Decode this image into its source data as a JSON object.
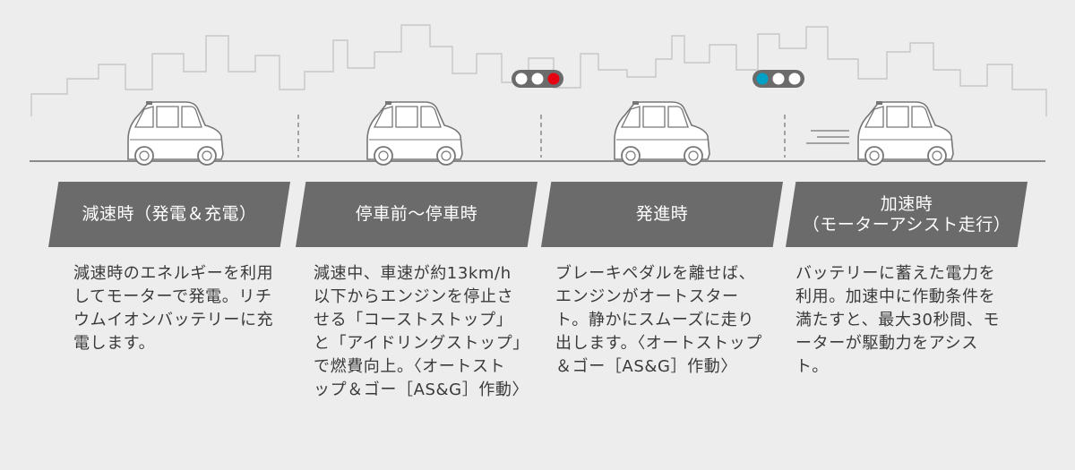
{
  "stages": [
    {
      "id": "decel",
      "label": "減速時（発電＆充電）",
      "description": "減速時のエネルギーを利用してモーターで発電。リチウムイオンバッテリーに充電します。"
    },
    {
      "id": "stop",
      "label": "停車前～停車時",
      "description": "減速中、車速が約13km/h以下からエンジンを停止させる「コーストストップ」と「アイドリングストップ」で燃費向上。〈オートストップ＆ゴー［AS&G］作動〉"
    },
    {
      "id": "start",
      "label": "発進時",
      "description": "ブレーキペダルを離せば、エンジンがオートスタート。静かにスムーズに走り出します。〈オートストップ＆ゴー［AS&G］作動〉"
    },
    {
      "id": "accel",
      "label": "加速時\n（モーターアシスト走行）",
      "description": "バッテリーに蓄えた電力を利用。加速中に作動条件を満たすと、最大30秒間、モーターが駆動力をアシスト。"
    }
  ],
  "traffic_lights": [
    {
      "state": "red",
      "lit_color": "#e60012"
    },
    {
      "state": "green",
      "lit_color": "#00a0c6"
    }
  ],
  "colors": {
    "background": "#ededed",
    "label_band": "#6b6b6b",
    "line_art": "#8a8a8a",
    "skyline": "#c9c9c9"
  },
  "icons": [
    "city-skyline-icon",
    "car-icon",
    "traffic-light-icon",
    "speed-lines-icon"
  ]
}
